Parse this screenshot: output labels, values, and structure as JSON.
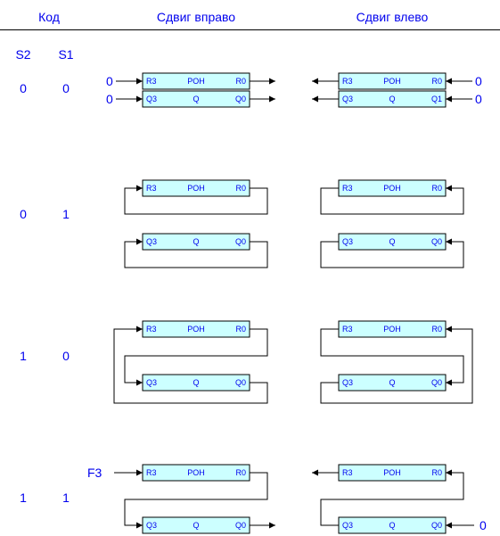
{
  "header": {
    "code": "Код",
    "shift_right": "Сдвиг вправо",
    "shift_left": "Сдвиг влево",
    "s2": "S2",
    "s1": "S1"
  },
  "rows": [
    {
      "s2": "0",
      "s1": "0"
    },
    {
      "s2": "0",
      "s1": "1"
    },
    {
      "s2": "1",
      "s1": "0"
    },
    {
      "s2": "1",
      "s1": "1"
    }
  ],
  "registers": {
    "r_left": "R3",
    "r_mid": "POH",
    "r_right": "R0",
    "q_left": "Q3",
    "q_mid": "Q",
    "q_right": "Q0",
    "q_right_alt": "Q1"
  },
  "inputs": {
    "zero": "0",
    "f3": "F3"
  },
  "colors": {
    "text": "#0000ee",
    "register_fill": "#ccffff",
    "line": "#000000"
  }
}
